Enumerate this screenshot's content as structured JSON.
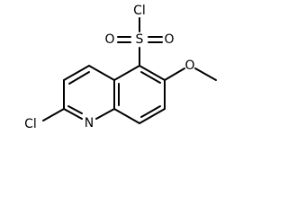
{
  "molecule": {
    "atoms": {
      "cl_sulfonyl": "Cl",
      "sulfur": "S",
      "oxygen_left": "O",
      "oxygen_right": "O",
      "oxygen_methoxy": "O",
      "cl_ring": "Cl",
      "nitrogen": "N"
    }
  }
}
